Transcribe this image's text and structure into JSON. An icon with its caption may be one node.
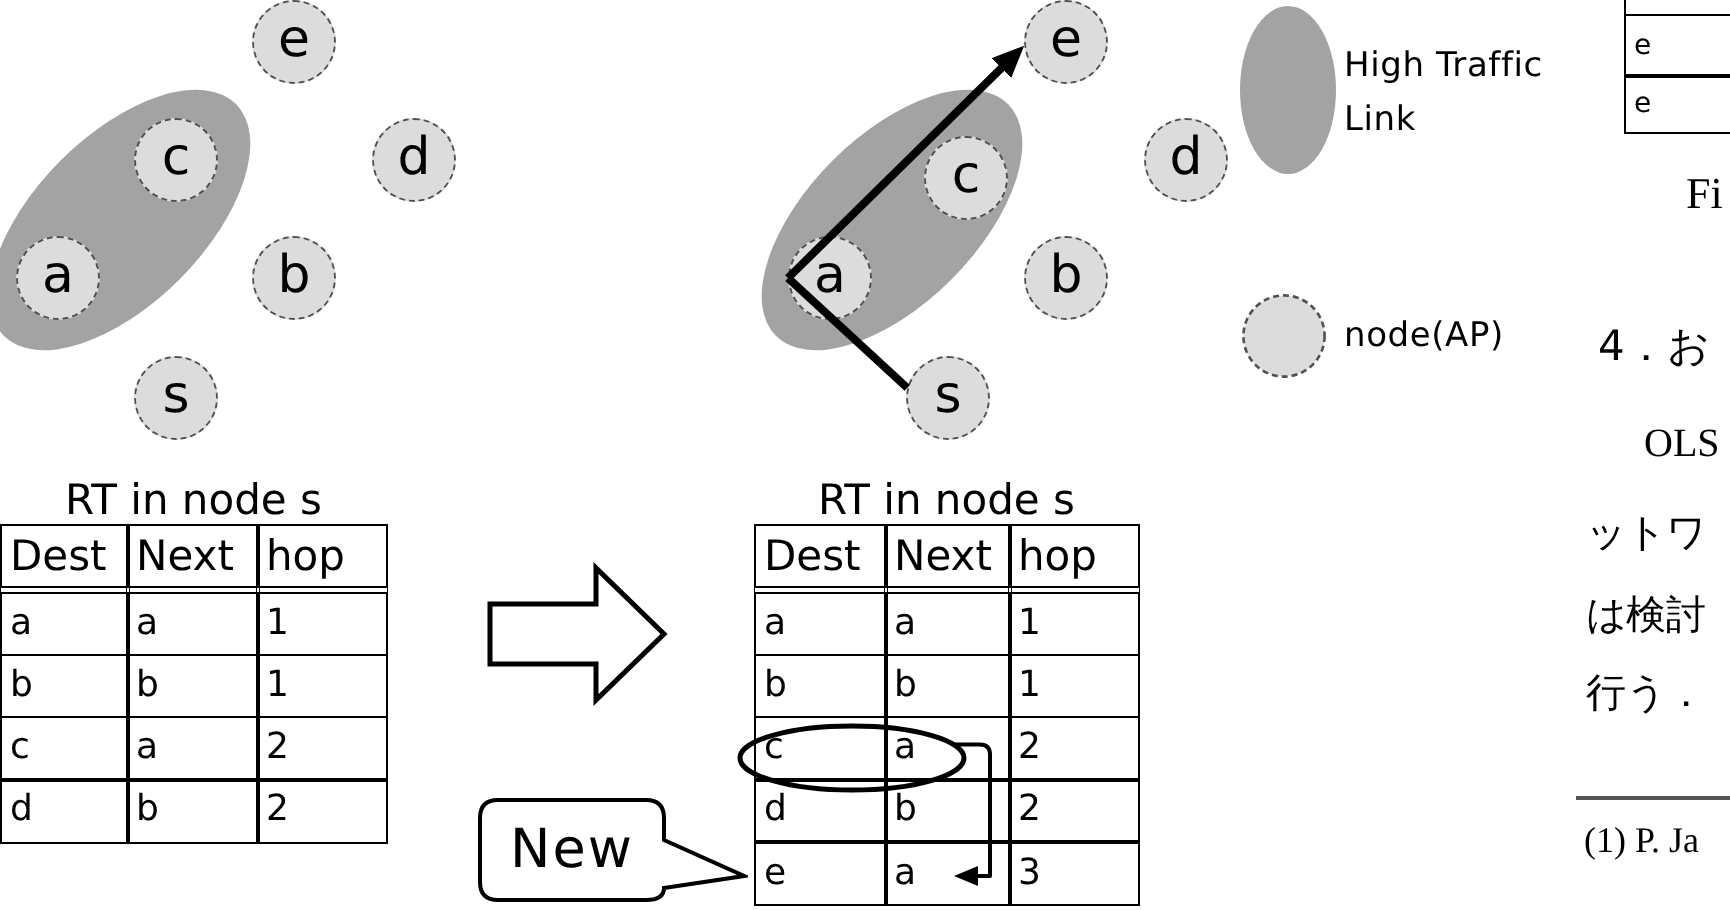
{
  "diagram": {
    "nodes": [
      {
        "text": [
          "e"
        ]
      },
      {
        "text": [
          "c"
        ]
      },
      {
        "text": [
          "d"
        ]
      },
      {
        "text": [
          "a"
        ]
      },
      {
        "text": [
          "b"
        ]
      },
      {
        "text": [
          "s"
        ]
      },
      {
        "text": [
          "e"
        ]
      },
      {
        "text": [
          "c"
        ]
      },
      {
        "text": [
          "d"
        ]
      },
      {
        "text": [
          "a"
        ]
      },
      {
        "text": [
          "b"
        ]
      },
      {
        "text": [
          "s"
        ]
      },
      {
        "text": [
          "RT in node s",
          "Dest",
          "Next",
          "hop",
          "a",
          "a",
          "1",
          "b",
          "b",
          "1",
          "c",
          "a",
          "2",
          "d",
          "b",
          "2"
        ]
      },
      {
        "text": [
          "RT in node s",
          "Dest",
          "Next",
          "hop",
          "a",
          "a",
          "1",
          "b",
          "b",
          "1",
          "c",
          "a",
          "2",
          "d",
          "b",
          "2",
          "e",
          "a",
          "3"
        ]
      },
      {
        "text": [
          "New"
        ]
      }
    ],
    "edges": [
      {
        "from": 11,
        "to": 9,
        "arrow": "none"
      },
      {
        "from": 9,
        "to": 6,
        "arrow": "to"
      },
      {
        "from": 12,
        "to": 13,
        "arrow": "to"
      },
      {
        "from": 13,
        "to": 13,
        "arrow": "to"
      }
    ],
    "labels": [
      "e",
      "e",
      "Fi",
      "4．お",
      "OLS",
      "ットワ",
      "は検討",
      "行う．",
      "(1) P. Ja"
    ],
    "legend": [
      {
        "text": "High Traffic Link"
      },
      {
        "text": "node(AP)"
      }
    ]
  }
}
